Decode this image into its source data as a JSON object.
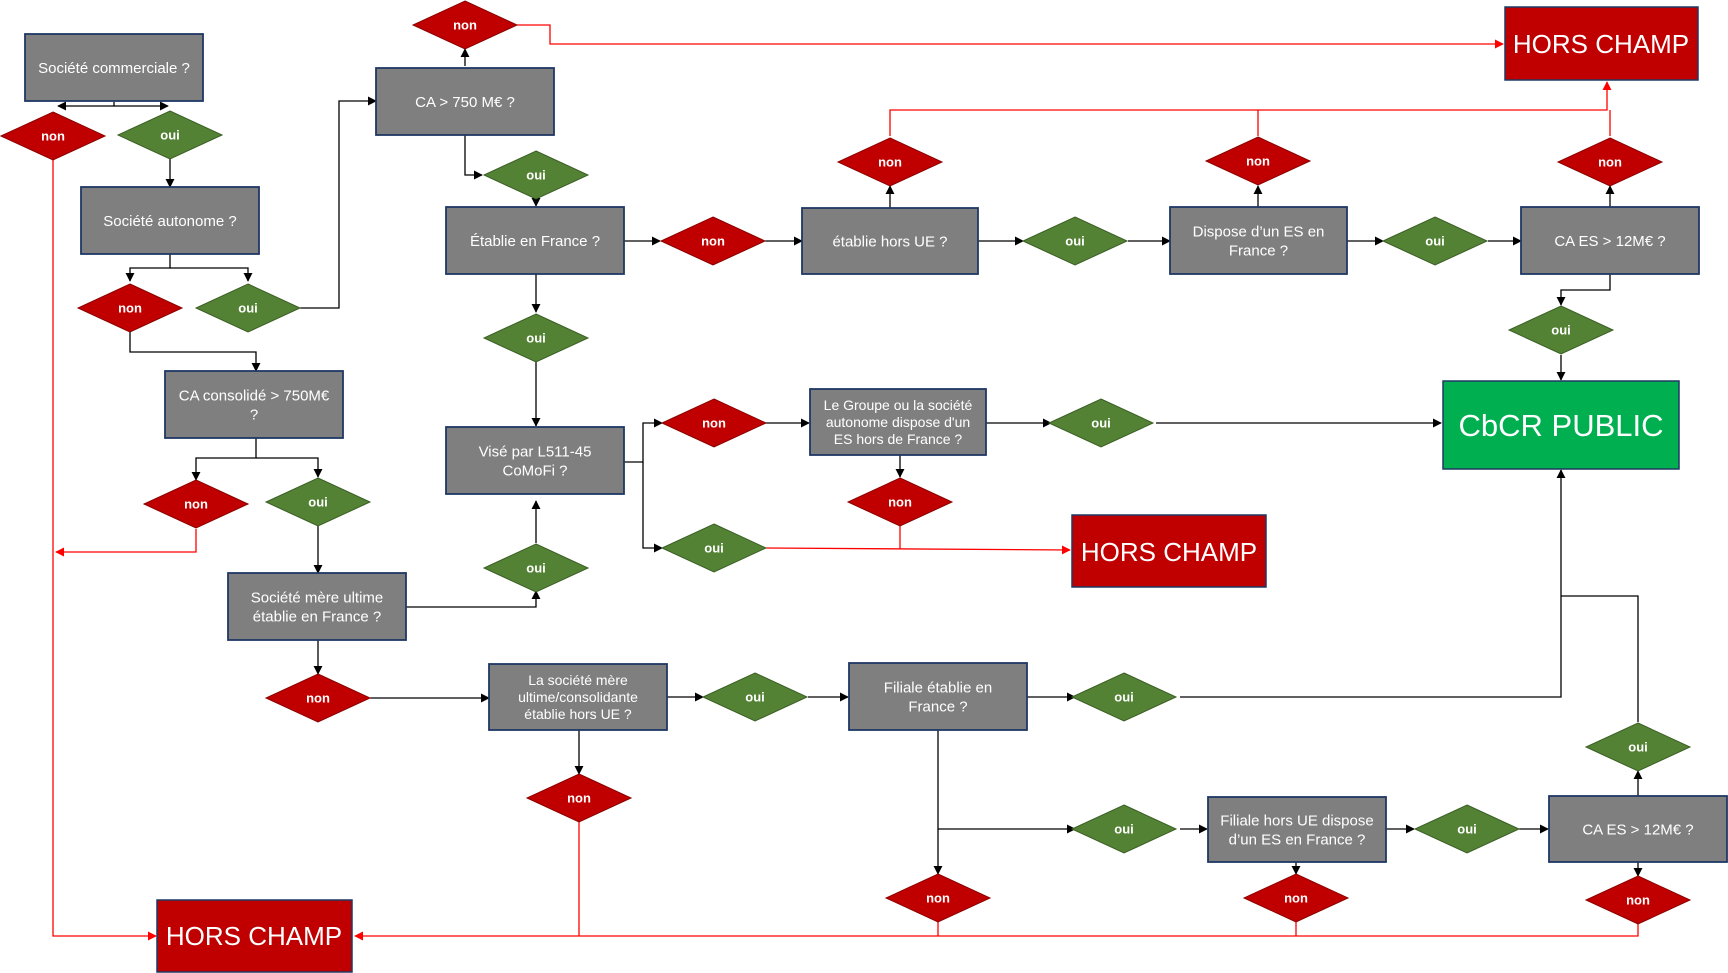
{
  "colors": {
    "box_fill": "#7f7f7f",
    "box_stroke": "#1f3864",
    "yes_fill": "#548235",
    "no_fill": "#c00000",
    "out_fill": "#c00000",
    "cbcr_fill": "#00b050",
    "black_line": "#000000",
    "red_line": "#ff0000"
  },
  "boxes": {
    "societe_commerciale": [
      "Société commerciale ?"
    ],
    "societe_autonome": [
      "Société autonome ?"
    ],
    "ca_consolide": [
      "CA consolidé > 750M€",
      "?"
    ],
    "mere_ultime_france": [
      "Société mère ultime",
      "établie en France ?"
    ],
    "ca_750": [
      "CA > 750 M€ ?"
    ],
    "etablie_france": [
      "Établie en France ?"
    ],
    "vise_l511": [
      "Visé par L511-45",
      "CoMoFi ?"
    ],
    "mere_hors_ue": [
      "La société mère",
      "ultime/consolidante",
      "établie hors UE ?"
    ],
    "etablie_hors_ue": [
      "établie hors UE ?"
    ],
    "groupe_es": [
      "Le Groupe ou la société",
      "autonome dispose d'un",
      "ES hors de France ?"
    ],
    "filiale_france": [
      "Filiale établie en",
      "France ?"
    ],
    "dispose_es": [
      "Dispose d’un ES en",
      "France ?"
    ],
    "filiale_hors_ue": [
      "Filiale hors UE dispose",
      "d’un ES en France ?"
    ],
    "ca_es_top": [
      "CA ES > 12M€ ?"
    ],
    "ca_es_bottom": [
      "CA ES > 12M€ ?"
    ]
  },
  "outcomes": {
    "hors_champ_top": "HORS CHAMP",
    "hors_champ_middle": "HORS CHAMP",
    "hors_champ_bottom": "HORS CHAMP",
    "cbcr_public": "CbCR PUBLIC"
  },
  "labels": {
    "yes": "oui",
    "no": "non"
  }
}
